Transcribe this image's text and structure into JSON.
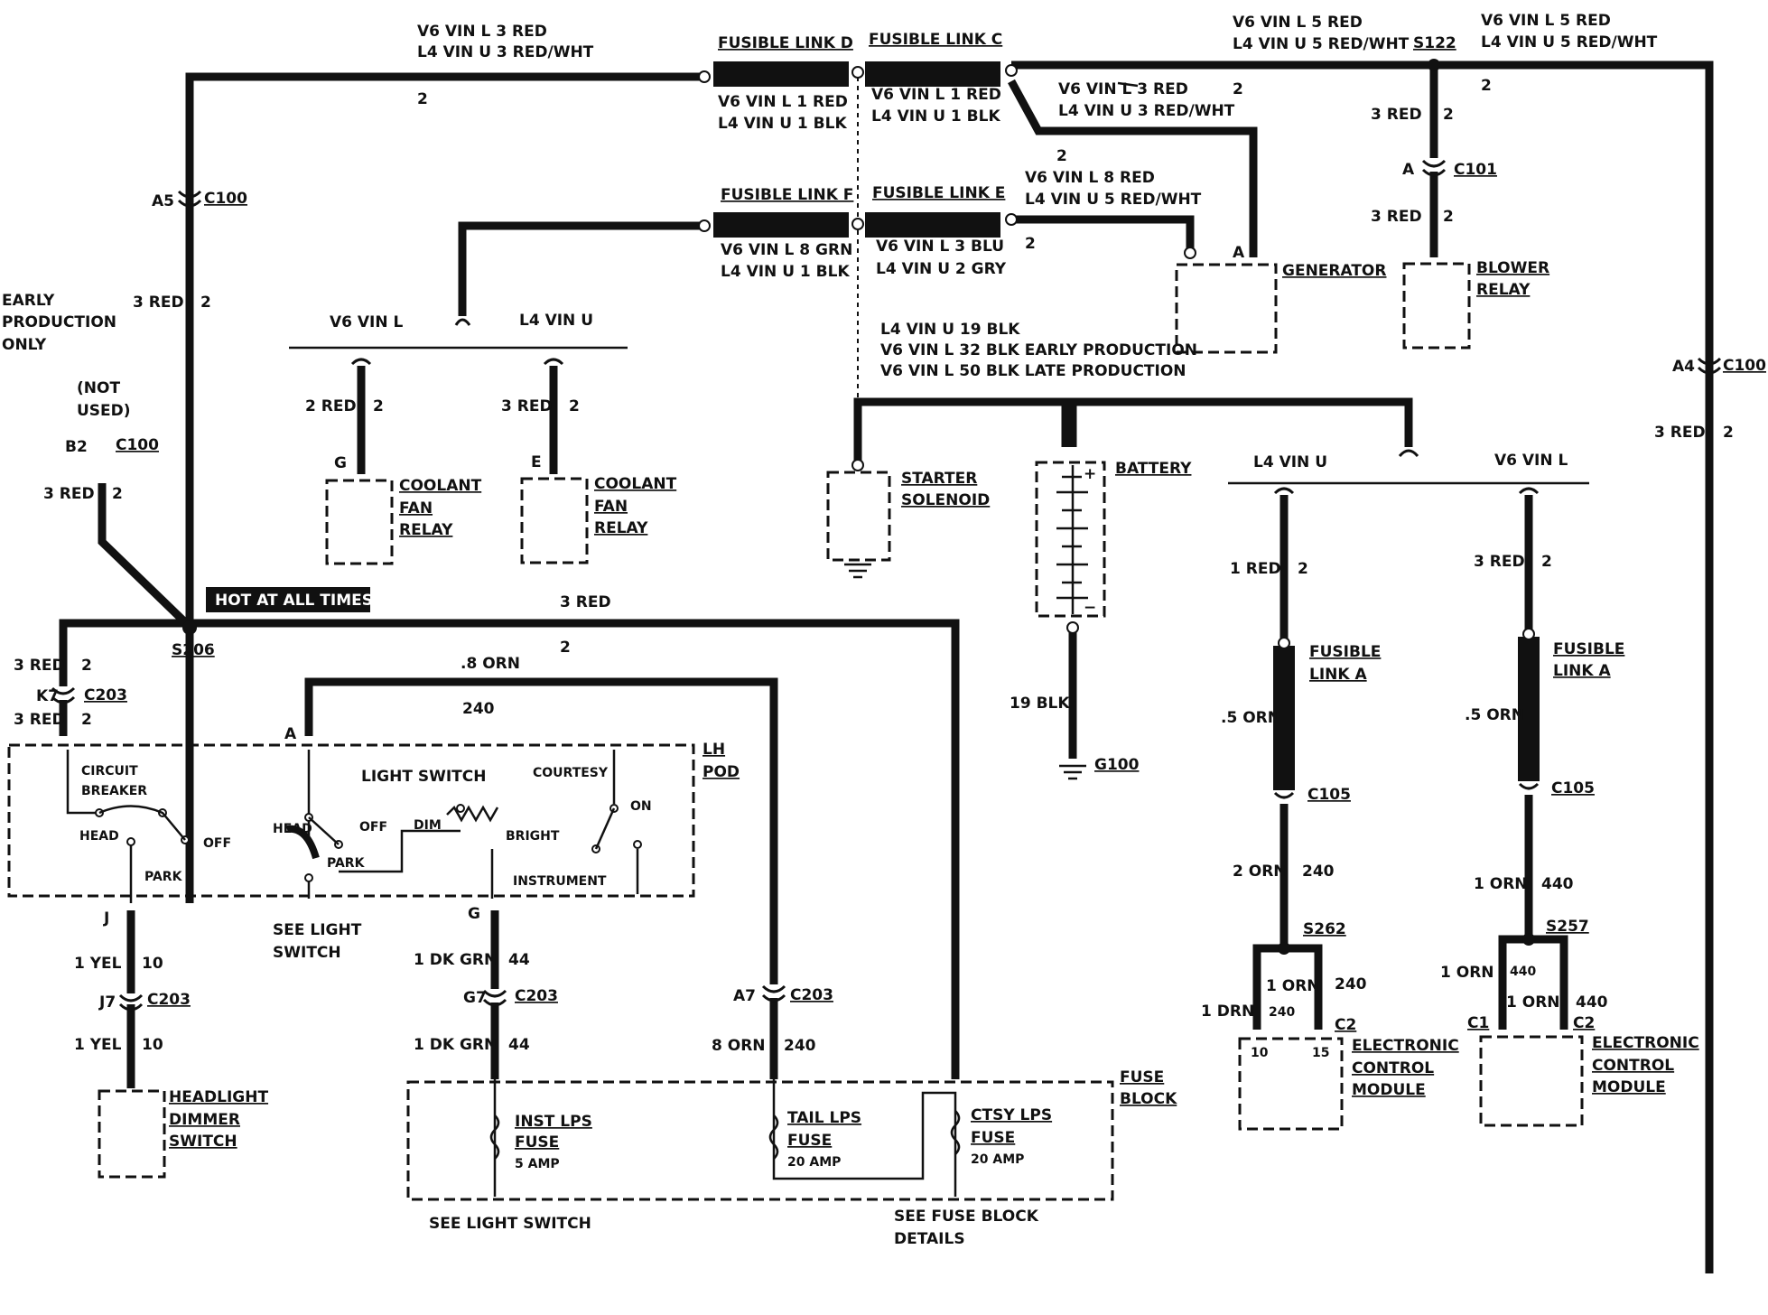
{
  "wire_labels": {
    "top_left_v6": "V6 VIN L  3 RED",
    "top_left_l4": "L4 VIN U  3 RED/WHT",
    "top_left_circ": "2",
    "fld_title": "FUSIBLE LINK D",
    "fld_v6": "V6 VIN L  1 RED",
    "fld_l4": "L4 VIN U  1 BLK",
    "flc_title": "FUSIBLE LINK C",
    "flc_v6": "V6 VIN L  1 RED",
    "flc_l4": "L4 VIN U  1 BLK",
    "flf_title": "FUSIBLE LINK F",
    "flf_v6": "V6 VIN L  8 GRN",
    "flf_l4": "L4 VIN U  1 BLK",
    "fle_title": "FUSIBLE LINK E",
    "fle_v6": "V6 VIN L  3 BLU",
    "fle_l4": "L4 VIN U  2 GRY",
    "gen_a_v6": "V6 VIN L  3 RED",
    "gen_a_l4": "L4 VIN U  3 RED/WHT",
    "gen_a_c1": "2",
    "gen_a_c2": "2",
    "gen_b_v6": "V6 VIN L  8 RED",
    "gen_b_l4": "L4 VIN U  5 RED/WHT",
    "gen_b_c": "2",
    "top_mid_v6": "V6 VIN L  5 RED",
    "top_mid_l4": "L4 VIN U  5 RED/WHT",
    "top_right_v6": "V6 VIN L  5 RED",
    "top_right_l4": "L4 VIN U  5 RED/WHT",
    "top_right_c": "2",
    "s122": "S122",
    "blower_w1": "3 RED",
    "blower_c1": "2",
    "blower_a": "A",
    "c101": "C101",
    "blower_w2": "3 RED",
    "blower_c2": "2",
    "blower_relay_1": "BLOWER",
    "blower_relay_2": "RELAY",
    "generator": "GENERATOR",
    "gen_pin": "A",
    "a5": "A5",
    "c100_a": "C100",
    "a5_wire": "3 RED",
    "a5_c": "2",
    "early_1": "EARLY",
    "early_2": "PRODUCTION",
    "early_3": "ONLY",
    "notused_1": "(NOT",
    "notused_2": "USED)",
    "b2": "B2",
    "c100_b": "C100",
    "b2_wire": "3 RED",
    "b2_c": "2",
    "v6vinl_a": "V6 VIN L",
    "l4vinu_a": "L4 VIN U",
    "cfr1_wire": "2 RED",
    "cfr1_c": "2",
    "cfr1_pin": "G",
    "cfr2_wire": "3 RED",
    "cfr2_c": "2",
    "cfr2_pin": "E",
    "coolant_1": "COOLANT",
    "coolant_2": "FAN",
    "coolant_3": "RELAY",
    "starter_note_1": "L4 VIN U 19 BLK",
    "starter_note_2": "V6 VIN L 32 BLK EARLY PRODUCTION",
    "starter_note_3": "V6 VIN L 50 BLK LATE PRODUCTION",
    "starter_1": "STARTER",
    "starter_2": "SOLENOID",
    "battery": "BATTERY",
    "batt_plus": "+",
    "batt_minus": "−",
    "ground_wire": "19 BLK",
    "g100": "G100",
    "a4": "A4",
    "c100_c": "C100",
    "a4_wire": "3 RED",
    "a4_c": "2",
    "hot": "HOT AT ALL TIMES",
    "s206": "S206",
    "bus_wire": "3 RED",
    "bus_c": "2",
    "k7_wire1": "3 RED",
    "k7_c1": "2",
    "k7": "K7",
    "c203_a": "C203",
    "k7_wire2": "3 RED",
    "k7_c2": "2",
    "orn_wire": ".8 ORN",
    "orn_c": "240",
    "pin_a": "A",
    "circuit_1": "CIRCUIT",
    "circuit_2": "BREAKER",
    "light_switch": "LIGHT SWITCH",
    "courtesy": "COURTESY",
    "lh_1": "LH",
    "lh_2": "POD",
    "head_1": "HEAD",
    "off_1": "OFF",
    "park_1": "PARK",
    "head_2": "HEAD",
    "off_2": "OFF",
    "park_2": "PARK",
    "dim": "DIM",
    "bright": "BRIGHT",
    "instrument": "INSTRUMENT",
    "on": "ON",
    "see_ls_1": "SEE LIGHT",
    "see_ls_2": "SWITCH",
    "pin_j": "J",
    "hd_w1": "1 YEL",
    "hd_c1": "10",
    "j7": "J7",
    "c203_b": "C203",
    "hd_w2": "1 YEL",
    "hd_c2": "10",
    "hd_1": "HEADLIGHT",
    "hd_2": "DIMMER",
    "hd_3": "SWITCH",
    "pin_g": "G",
    "dg_w1": "1 DK GRN",
    "dg_c1": "44",
    "g7": "G7",
    "c203_c": "C203",
    "dg_w2": "1 DK GRN",
    "dg_c2": "44",
    "a7": "A7",
    "c203_d": "C203",
    "tail_w": "8 ORN",
    "tail_c": "240",
    "fuse_block_1": "FUSE",
    "fuse_block_2": "BLOCK",
    "inst_1": "INST LPS",
    "inst_2": "FUSE",
    "inst_3": "5 AMP",
    "tail_1": "TAIL LPS",
    "tail_2": "FUSE",
    "tail_3": "20 AMP",
    "ctsy_1": "CTSY LPS",
    "ctsy_2": "FUSE",
    "ctsy_3": "20 AMP",
    "see_ls_bottom": "SEE LIGHT SWITCH",
    "see_fb_1": "SEE FUSE BLOCK",
    "see_fb_2": "DETAILS",
    "l4vinu_b": "L4 VIN U",
    "v6vinl_b": "V6 VIN L",
    "ecm1_w1": "1 RED",
    "ecm1_c1": "2",
    "ecm1_fl_1": "FUSIBLE",
    "ecm1_fl_2": "LINK A",
    "ecm1_fl_w": ".5 ORN",
    "ecm1_c105": "C105",
    "ecm1_w2": "2 ORN",
    "ecm1_c2": "240",
    "s262": "S262",
    "ecm1_w3": "1 ORN",
    "ecm1_c3": "240",
    "ecm1_w4": "1 DRN",
    "ecm1_c4": "240",
    "ecm1_conn": "C2",
    "ecm1_p10": "10",
    "ecm1_p15": "15",
    "ecm_1": "ELECTRONIC",
    "ecm_2": "CONTROL",
    "ecm_3": "MODULE",
    "ecm2_w1": "3 RED",
    "ecm2_c1": "2",
    "ecm2_fl_1": "FUSIBLE",
    "ecm2_fl_2": "LINK A",
    "ecm2_fl_w": ".5 ORN",
    "ecm2_c105": "C105",
    "ecm2_w2": "1 ORN",
    "ecm2_c2": "440",
    "s257": "S257",
    "ecm2_w3": "1 ORN",
    "ecm2_c3": "440",
    "ecm2_w4": "1 ORN",
    "ecm2_c4": "440",
    "ecm2_c1_lbl": "C1",
    "ecm2_c2_lbl": "C2"
  }
}
